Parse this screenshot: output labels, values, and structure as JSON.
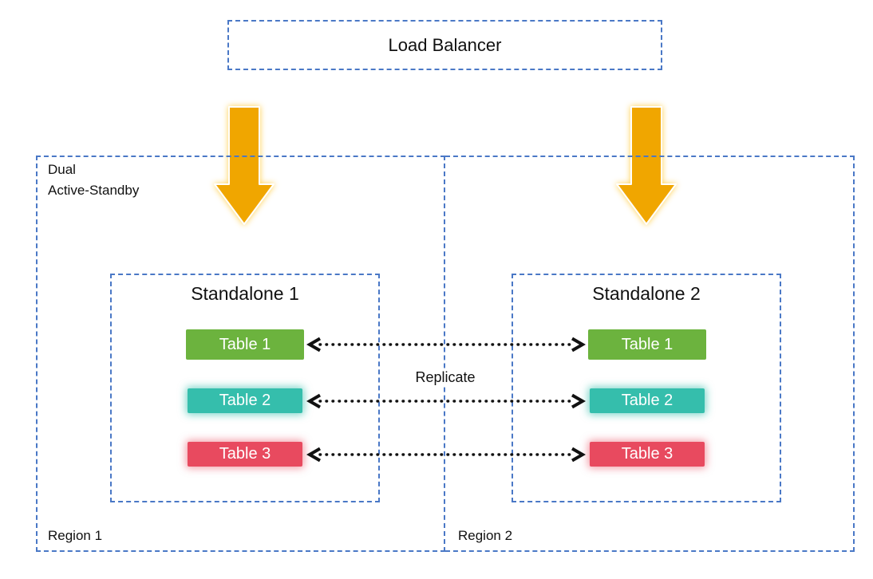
{
  "colors": {
    "border_blue": "#4A78C6",
    "arrow_gold": "#F0A600",
    "table_green": "#6CB33E",
    "table_teal": "#35BEAC",
    "table_red": "#E84A5F",
    "line_black": "#111111"
  },
  "load_balancer": {
    "label": "Load Balancer"
  },
  "mode_label": "Dual\nActive-Standby",
  "replicate_label": "Replicate",
  "regions": [
    {
      "name": "Region 1",
      "standalone": {
        "title": "Standalone 1",
        "tables": [
          {
            "label": "Table 1",
            "color": "#6CB33E"
          },
          {
            "label": "Table 2",
            "color": "#35BEAC"
          },
          {
            "label": "Table 3",
            "color": "#E84A5F"
          }
        ]
      }
    },
    {
      "name": "Region 2",
      "standalone": {
        "title": "Standalone 2",
        "tables": [
          {
            "label": "Table 1",
            "color": "#6CB33E"
          },
          {
            "label": "Table 2",
            "color": "#35BEAC"
          },
          {
            "label": "Table 3",
            "color": "#E84A5F"
          }
        ]
      }
    }
  ]
}
